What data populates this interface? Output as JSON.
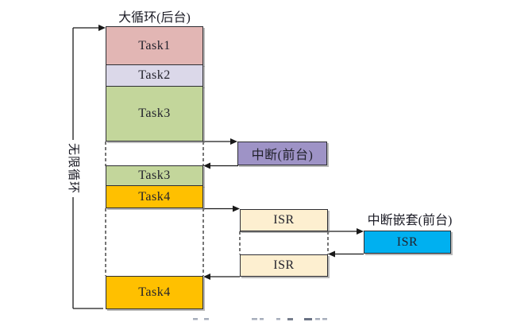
{
  "title": "大循环(后台)",
  "bracket": {
    "label": "无限循环"
  },
  "background_column": {
    "task1": "Task1",
    "task2": "Task2",
    "task3": "Task3",
    "task3_resume": "Task3",
    "task4": "Task4",
    "task4_resume": "Task4"
  },
  "foreground": {
    "interrupt": "中断(前台)",
    "isr_first": "ISR",
    "isr_second": "ISR",
    "nested_title": "中断嵌套(前台)",
    "nested_isr": "ISR"
  },
  "colors": {
    "task1_fill": "#E2B6B4",
    "task2_fill": "#DBD8E9",
    "task3_fill": "#C3D69B",
    "task4_fill": "#FFC000",
    "interrupt_fill": "#9E93C6",
    "isr_fill": "#FDEFD0",
    "nested_isr_fill": "#00B0F0",
    "line_color": "#1A1A1A",
    "border_color": "#2E2E33"
  }
}
